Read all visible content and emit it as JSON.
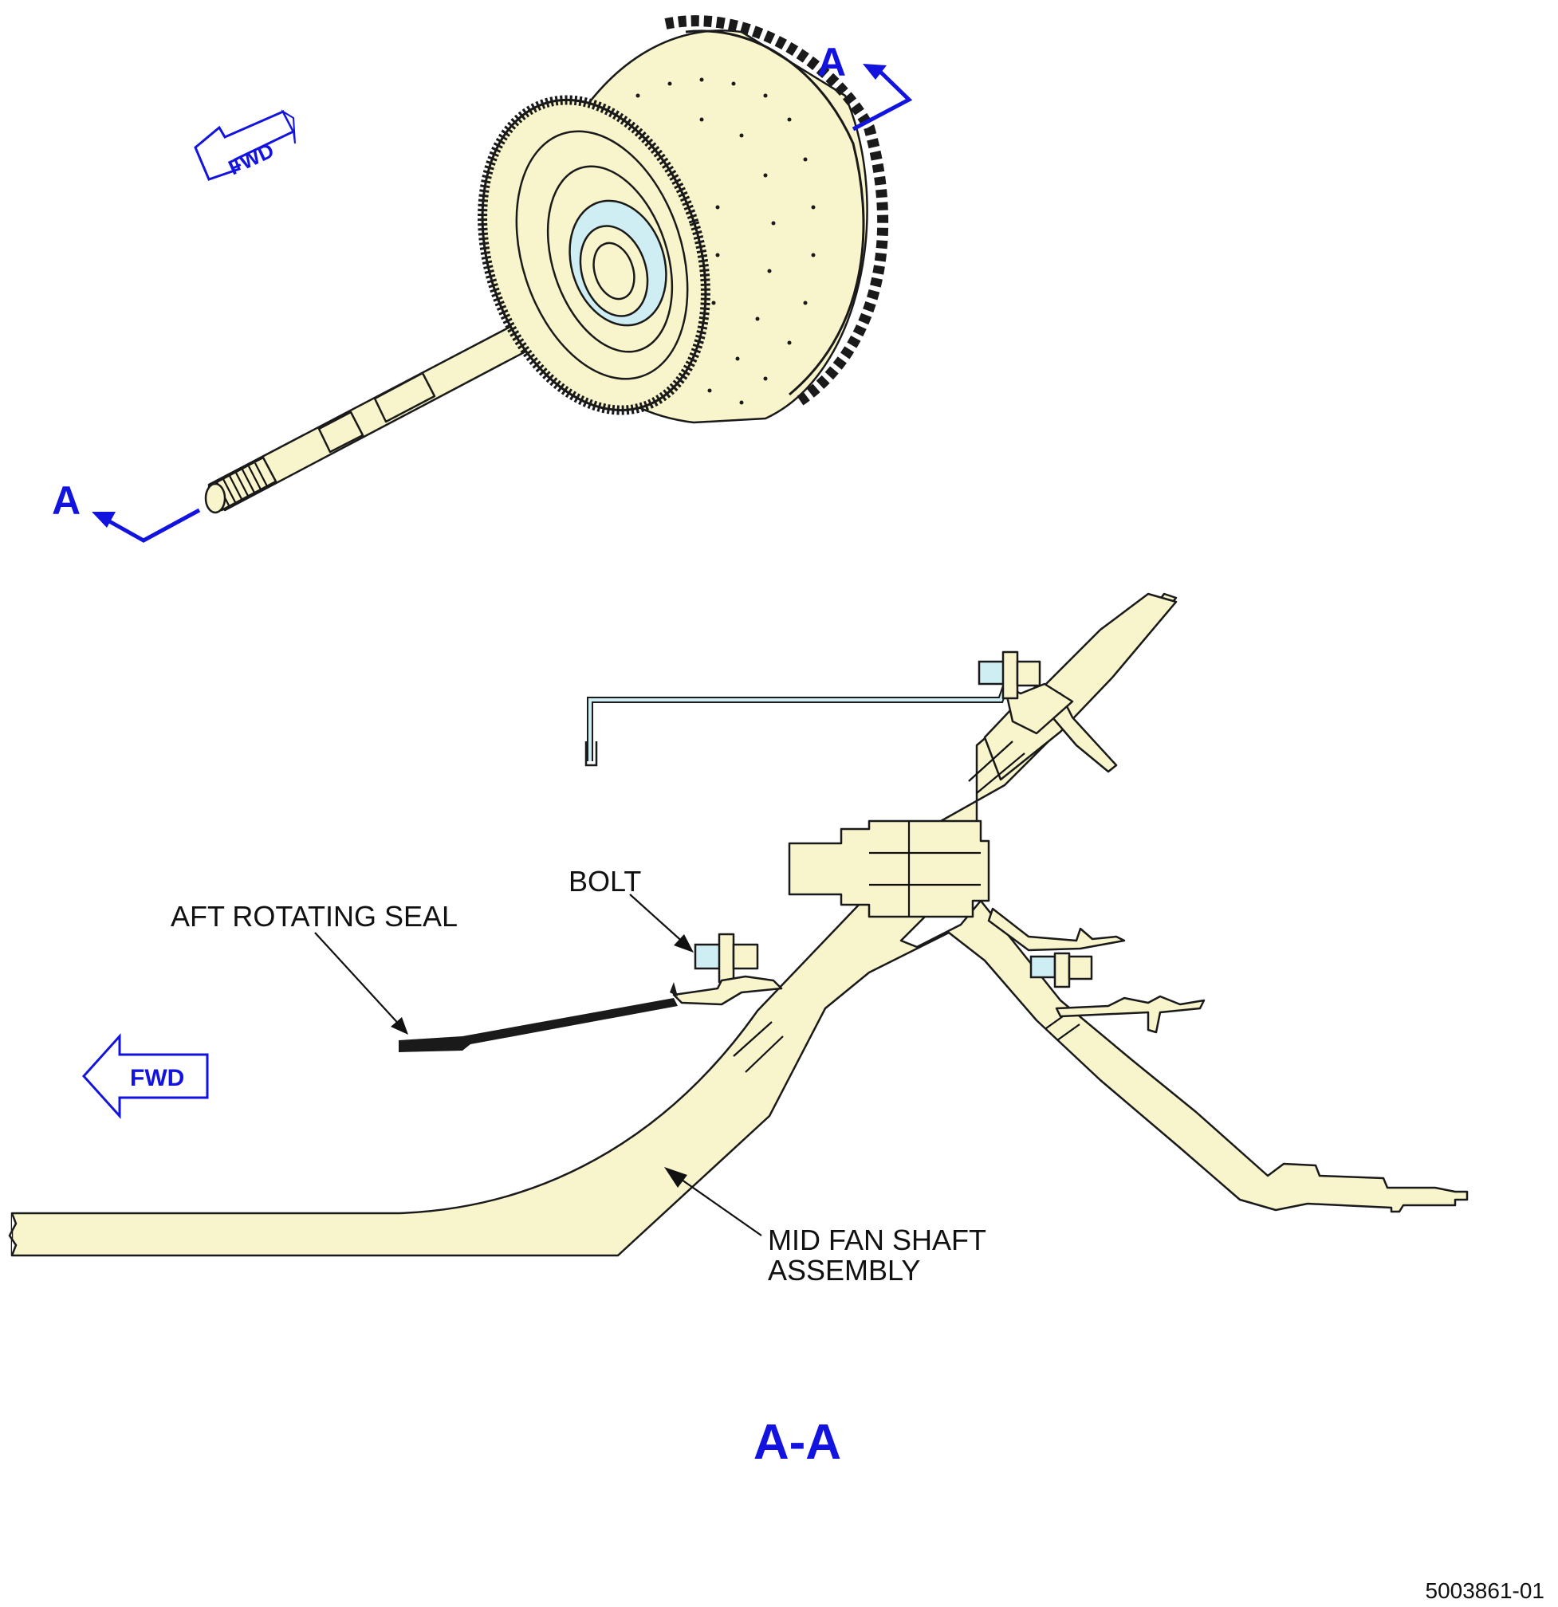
{
  "section_markers": {
    "cut_start": "A",
    "cut_end": "A",
    "section_title": "A-A"
  },
  "orientation": {
    "top_view_arrow": "FWD",
    "section_view_arrow": "FWD"
  },
  "callouts": {
    "bolt": "BOLT",
    "aft_rotating_seal": "AFT ROTATING SEAL",
    "mid_fan_shaft_line1": "MID FAN SHAFT",
    "mid_fan_shaft_line2": "ASSEMBLY"
  },
  "figure_number": "5003861-01",
  "colors": {
    "section_blue": "#1313e0",
    "part_fill": "#f8f4cc",
    "fastener_fill": "#cfeef3",
    "outline": "#1a1a1a"
  }
}
